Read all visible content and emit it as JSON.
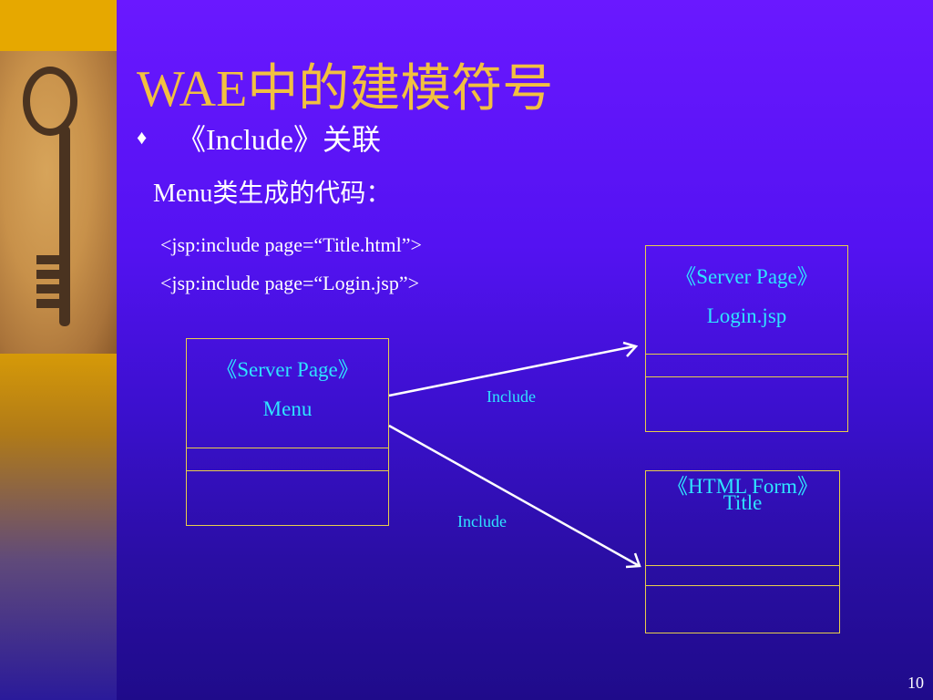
{
  "slide": {
    "title": "WAE中的建模符号",
    "bullet": "《Include》关联",
    "subtitle": "Menu类生成的代码：",
    "code_lines": [
      "<jsp:include page=“Title.html”>",
      "<jsp:include page=“Login.jsp”>"
    ],
    "page_number": "10"
  },
  "diagram": {
    "menu": {
      "stereotype": "《Server Page》",
      "name": "Menu"
    },
    "login": {
      "stereotype": "《Server Page》",
      "name": "Login.jsp"
    },
    "title_form": {
      "stereotype": "《HTML Form》",
      "name": "Title"
    },
    "relations": [
      {
        "label": "Include",
        "from": "Menu",
        "to": "Login.jsp"
      },
      {
        "label": "Include",
        "from": "Menu",
        "to": "Title"
      }
    ]
  },
  "colors": {
    "title": "#f2c040",
    "diagram_text": "#2fe4ff",
    "box_border": "#e8cf4a",
    "arrow": "#ffffff"
  }
}
